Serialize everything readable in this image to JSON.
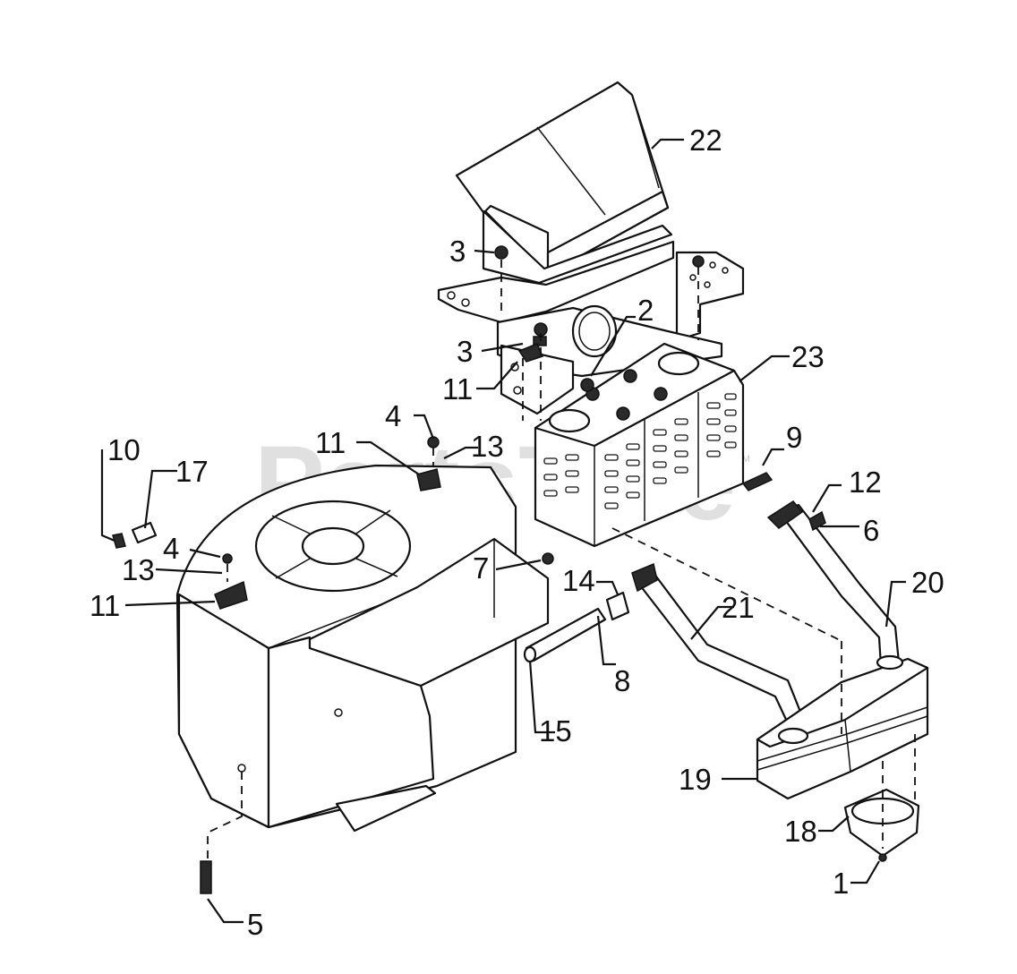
{
  "watermark": {
    "text": "PartsTree",
    "trademark": "TM"
  },
  "callouts": {
    "c1": "1",
    "c2": "2",
    "c3a": "3",
    "c3b": "3",
    "c4a": "4",
    "c4b": "4",
    "c5": "5",
    "c6": "6",
    "c7": "7",
    "c8": "8",
    "c9": "9",
    "c10": "10",
    "c11a": "11",
    "c11b": "11",
    "c11c": "11",
    "c12": "12",
    "c13a": "13",
    "c13b": "13",
    "c14": "14",
    "c15": "15",
    "c17": "17",
    "c18": "18",
    "c19": "19",
    "c20": "20",
    "c21": "21",
    "c22": "22",
    "c23": "23"
  }
}
